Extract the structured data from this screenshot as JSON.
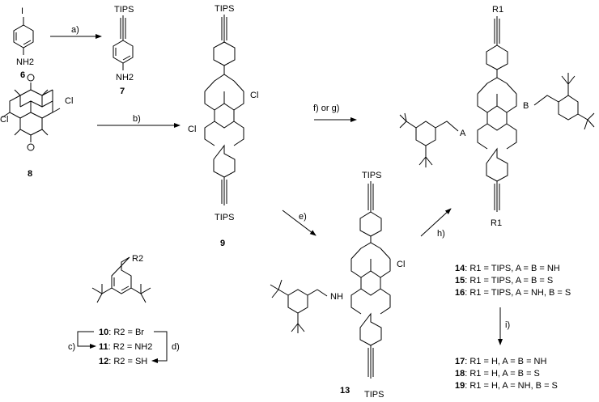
{
  "compounds": {
    "c6": {
      "label": "6",
      "atoms": {
        "top": "I",
        "bottom": "NH2"
      }
    },
    "c7": {
      "label": "7",
      "atoms": {
        "top": "TIPS",
        "bottom": "NH2"
      }
    },
    "c8": {
      "label": "8",
      "atoms": {
        "cl1": "Cl",
        "cl2": "Cl"
      }
    },
    "c9": {
      "label": "9",
      "atoms": {
        "top": "TIPS",
        "bottom": "TIPS",
        "cl1": "Cl",
        "cl2": "Cl"
      }
    },
    "c13": {
      "label": "13",
      "atoms": {
        "top": "TIPS",
        "bottom": "TIPS",
        "cl": "Cl",
        "n": "N",
        "h": "H"
      }
    },
    "cx": {
      "atoms": {
        "r_top": "R1",
        "r_bottom": "R1",
        "a": "A",
        "b": "B"
      }
    },
    "benzyl": {
      "atoms": {
        "r": "R2"
      }
    }
  },
  "reagents": {
    "a": "a)",
    "b": "b)",
    "c": "c)",
    "d": "d)",
    "e": "e)",
    "fg": "f) or g)",
    "h": "h)",
    "i": "i)"
  },
  "benzyl_list": [
    {
      "num": "10",
      "text": ": R2 = Br"
    },
    {
      "num": "11",
      "text": ": R2 = NH2"
    },
    {
      "num": "12",
      "text": ": R2 = SH"
    }
  ],
  "products_tips": [
    {
      "num": "14",
      "text": ": R1 = TIPS, A = B = NH"
    },
    {
      "num": "15",
      "text": ": R1 = TIPS, A = B = S"
    },
    {
      "num": "16",
      "text": ": R1 = TIPS, A = NH, B = S"
    }
  ],
  "products_h": [
    {
      "num": "17",
      "text": ": R1 = H, A = B = NH"
    },
    {
      "num": "18",
      "text": ": R1 = H, A = B = S"
    },
    {
      "num": "19",
      "text": ": R1 = H, A = NH, B = S"
    }
  ]
}
